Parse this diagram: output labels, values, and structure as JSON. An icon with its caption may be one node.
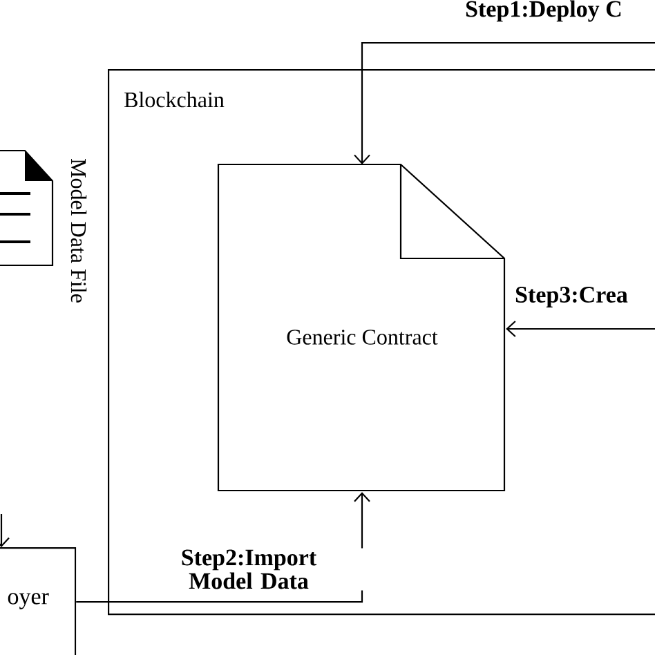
{
  "diagram": {
    "nodes": [
      {
        "text": [
          "Blockchain"
        ]
      },
      {
        "text": [
          "Generic Contract"
        ],
        "in": 0
      },
      {
        "text": [
          "oyer"
        ]
      }
    ],
    "edges": [
      {
        "from": null,
        "to": 1,
        "arrow": "to",
        "label": "Step1:Deploy C"
      },
      {
        "from": 2,
        "to": 1,
        "arrow": "to",
        "label": "Step2:Import Model Data"
      },
      {
        "from": null,
        "to": 1,
        "arrow": "to",
        "label": "Step3:Crea"
      },
      {
        "from": null,
        "to": 2,
        "arrow": "to"
      }
    ],
    "labels": [
      "Model Data File"
    ]
  }
}
